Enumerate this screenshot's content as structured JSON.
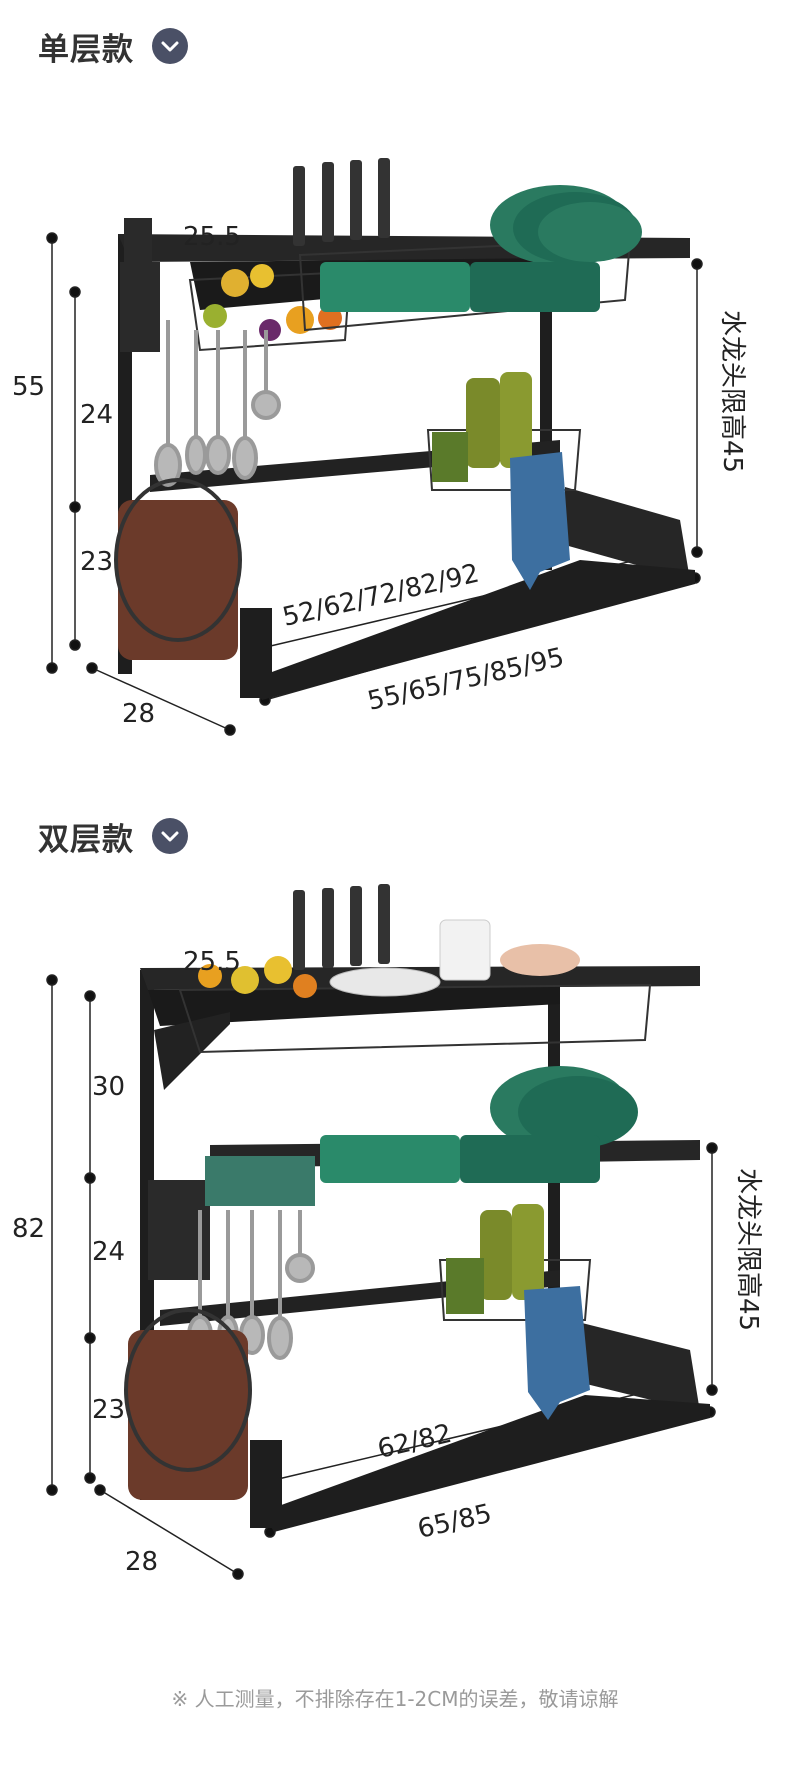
{
  "single": {
    "title": "单层款",
    "icon": "chevron-down-icon",
    "dims": {
      "total_height": "55",
      "upper_height": "24",
      "lower_height": "23",
      "shelf_depth": "25.5",
      "depth": "28",
      "inner_width": "52/62/72/82/92",
      "outer_width": "55/65/75/85/95",
      "faucet_limit": "水龙头限高45"
    }
  },
  "double": {
    "title": "双层款",
    "icon": "chevron-down-icon",
    "dims": {
      "total_height": "82",
      "top_height": "30",
      "upper_height": "24",
      "lower_height": "23",
      "shelf_depth": "25.5",
      "depth": "28",
      "inner_width": "62/82",
      "outer_width": "65/85",
      "faucet_limit": "水龙头限高45"
    }
  },
  "footnote": "※ 人工测量，不排除存在1-2CM的误差，敬请谅解",
  "colors": {
    "frame": "#1e1e1e",
    "dish": "#1f6b55",
    "board": "#6b3a2a",
    "towel": "#3d6fa0",
    "bottle": "#7a8a2a",
    "chevron_bg": "#4a5066"
  }
}
